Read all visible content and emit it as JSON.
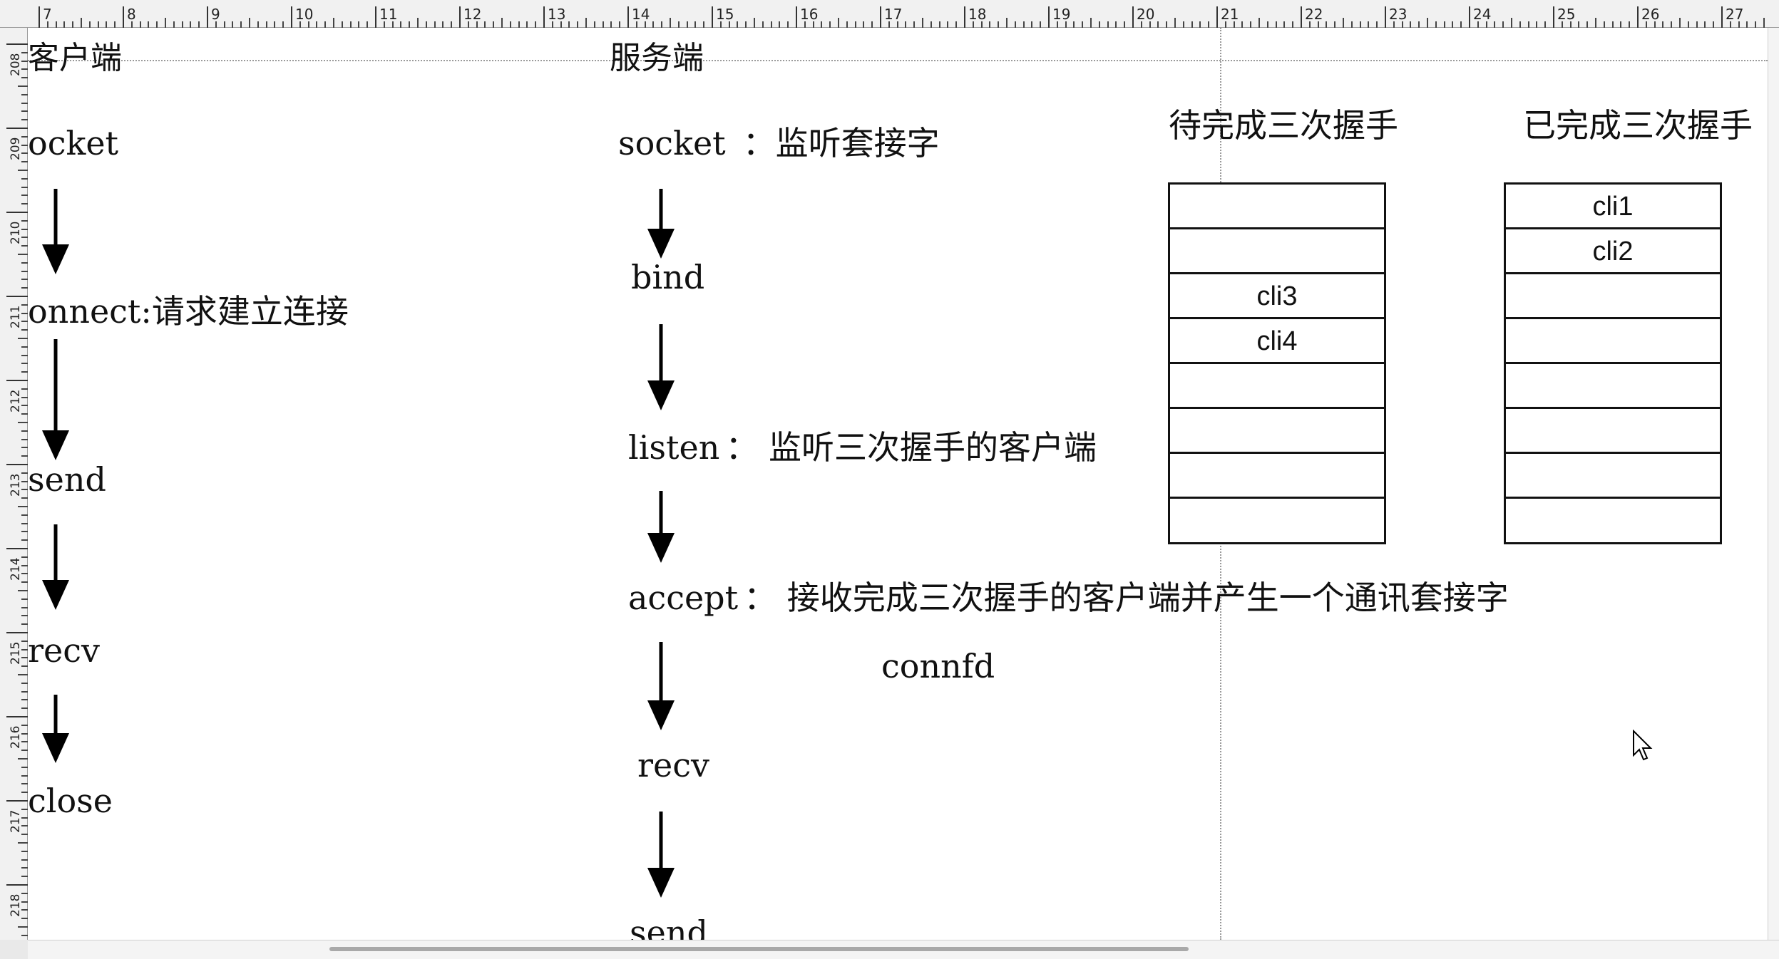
{
  "ruler": {
    "horizontal": [
      "7",
      "8",
      "9",
      "10",
      "11",
      "12",
      "13",
      "14",
      "15",
      "16",
      "17",
      "18",
      "19",
      "20",
      "21",
      "22",
      "23",
      "24",
      "25",
      "26",
      "27"
    ],
    "vertical": [
      "208",
      "209",
      "210",
      "211",
      "212",
      "213",
      "214",
      "215",
      "216",
      "217",
      "218"
    ]
  },
  "client": {
    "title": "客户端",
    "steps": [
      "ocket",
      "onnect:请求建立连接",
      "send",
      "recv",
      "close"
    ]
  },
  "server": {
    "title": "服务端",
    "steps": [
      {
        "label": "socket",
        "note": "：监听套接字"
      },
      {
        "label": "bind",
        "note": ""
      },
      {
        "label": "listen",
        "note": "：  监听三次握手的客户端"
      },
      {
        "label": "accept",
        "note": "：  接收完成三次握手的客户端并产生一个通讯套接字"
      },
      {
        "label": "recv",
        "note": ""
      },
      {
        "label": "send",
        "note": ""
      }
    ],
    "connfd": "connfd"
  },
  "queues": {
    "pending": {
      "title": "待完成三次握手",
      "cells": [
        "",
        "",
        "cli3",
        "cli4",
        "",
        "",
        "",
        ""
      ]
    },
    "completed": {
      "title": "已完成三次握手",
      "cells": [
        "cli1",
        "cli2",
        "",
        "",
        "",
        "",
        "",
        ""
      ]
    }
  }
}
